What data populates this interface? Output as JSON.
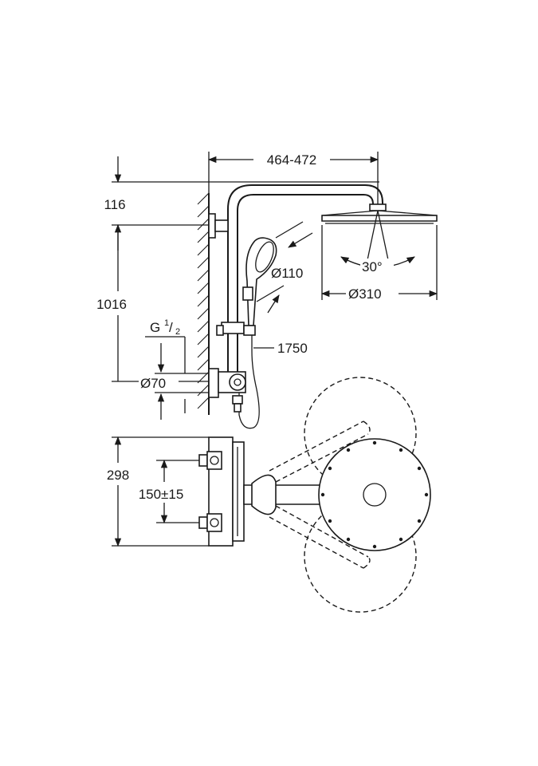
{
  "dimensions": {
    "width_range": "464-472",
    "arm_height": "116",
    "rail_height": "1016",
    "thread": "G",
    "thread_num": "1",
    "thread_den": "2",
    "escutcheon_diameter": "Ø70",
    "hand_shower_diameter": "Ø110",
    "hose_length": "1750",
    "head_diameter": "Ø310",
    "tilt_angle": "30°",
    "plan_depth": "298",
    "inlet_spacing": "150±15"
  }
}
